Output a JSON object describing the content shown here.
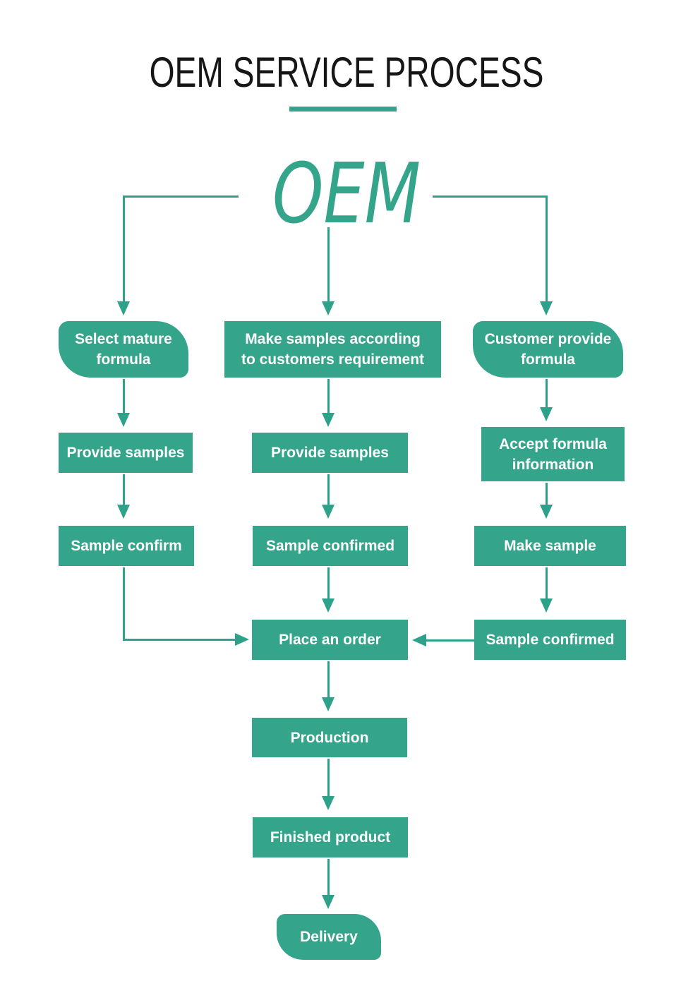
{
  "title": "OEM SERVICE PROCESS",
  "root_label": "OEM",
  "colors": {
    "accent": "#34a48b",
    "line": "#2da189",
    "title": "#161616",
    "bg": "#ffffff"
  },
  "nodes": {
    "select_mature_formula": "Select mature\nformula",
    "make_samples_according": "Make samples according\nto customers requirement",
    "customer_provide_formula": "Customer provide\nformula",
    "provide_samples_left": "Provide samples",
    "provide_samples_middle": "Provide samples",
    "accept_formula_information": "Accept formula\ninformation",
    "sample_confirm_left": "Sample confirm",
    "sample_confirmed_middle": "Sample confirmed",
    "make_sample_right": "Make sample",
    "place_an_order": "Place an order",
    "sample_confirmed_right": "Sample confirmed",
    "production": "Production",
    "finished_product": "Finished product",
    "delivery": "Delivery"
  }
}
